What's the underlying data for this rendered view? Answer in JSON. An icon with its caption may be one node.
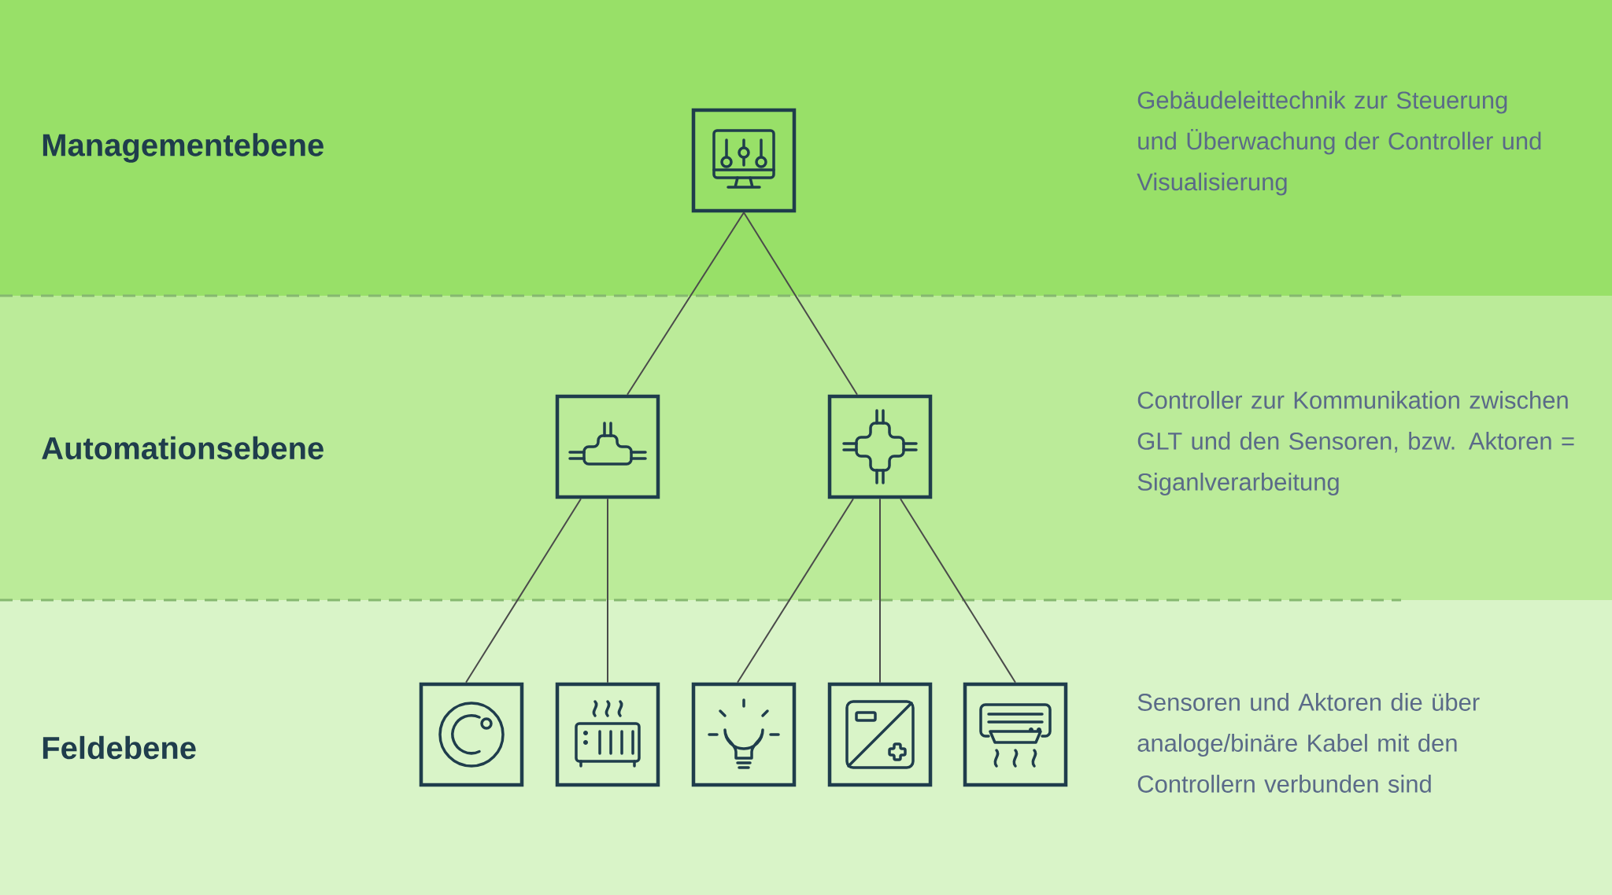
{
  "diagram": {
    "nodes": [
      {
        "text": [
          "Managementebene",
          "Gebäudeleittechnik zur Steuerung und Überwachung der Controller und Visualisierung"
        ]
      },
      {
        "text": [],
        "shape": "box",
        "in": 0
      },
      {
        "text": [
          "Automationsebene",
          "Controller zur Kommunikation zwischen GLT und den Sensoren, bzw. Aktoren = Siganlverarbeitung"
        ]
      },
      {
        "text": [],
        "shape": "box",
        "in": 2
      },
      {
        "text": [],
        "shape": "box",
        "in": 2
      },
      {
        "text": [
          "Feldebene",
          "Sensoren und Aktoren die über analoge/binäre Kabel mit den Controllern verbunden sind"
        ]
      },
      {
        "text": [],
        "shape": "box",
        "in": 5
      },
      {
        "text": [],
        "shape": "box",
        "in": 5
      },
      {
        "text": [],
        "shape": "box",
        "in": 5
      },
      {
        "text": [],
        "shape": "box",
        "in": 5
      },
      {
        "text": [],
        "shape": "box",
        "in": 5
      }
    ],
    "edges": [
      {
        "from": 1,
        "to": 3,
        "arrow": "none"
      },
      {
        "from": 1,
        "to": 4,
        "arrow": "none"
      },
      {
        "from": 3,
        "to": 6,
        "arrow": "none"
      },
      {
        "from": 3,
        "to": 7,
        "arrow": "none"
      },
      {
        "from": 4,
        "to": 8,
        "arrow": "none"
      },
      {
        "from": 4,
        "to": 9,
        "arrow": "none"
      },
      {
        "from": 4,
        "to": 10,
        "arrow": "none"
      }
    ]
  }
}
